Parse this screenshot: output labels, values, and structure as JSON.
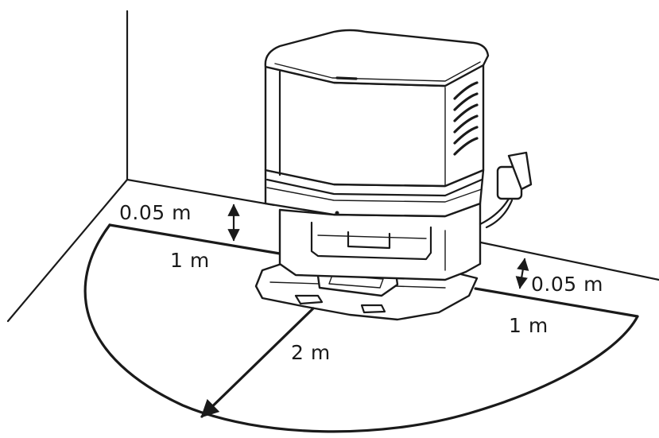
{
  "diagram": {
    "labels": {
      "left_clearance": "0.05 m",
      "left_side": "1 m",
      "right_clearance": "0.05 m",
      "right_side": "1 m",
      "front": "2 m"
    }
  }
}
